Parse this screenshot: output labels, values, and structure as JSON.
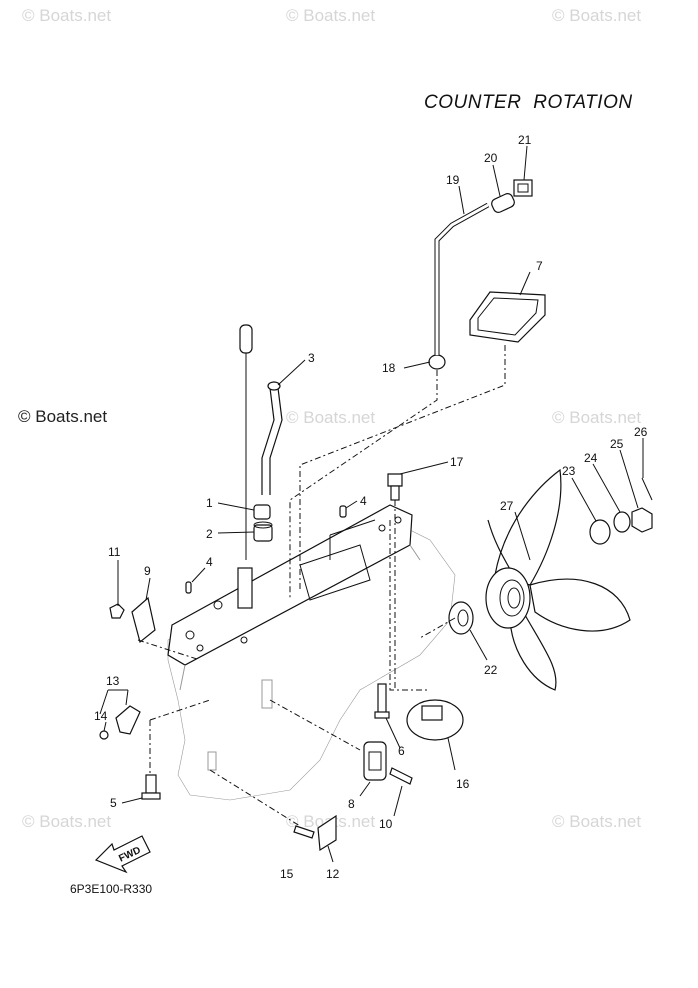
{
  "diagram": {
    "title": "COUNTER ROTATION",
    "drawing_code": "6P3E100-R330",
    "fwd_label": "FWD",
    "watermark": "© Boats.net",
    "callouts": [
      "1",
      "2",
      "3",
      "4",
      "4",
      "5",
      "6",
      "7",
      "8",
      "9",
      "10",
      "11",
      "12",
      "13",
      "14",
      "15",
      "16",
      "17",
      "18",
      "19",
      "20",
      "21",
      "22",
      "23",
      "24",
      "25",
      "26",
      "27"
    ]
  }
}
